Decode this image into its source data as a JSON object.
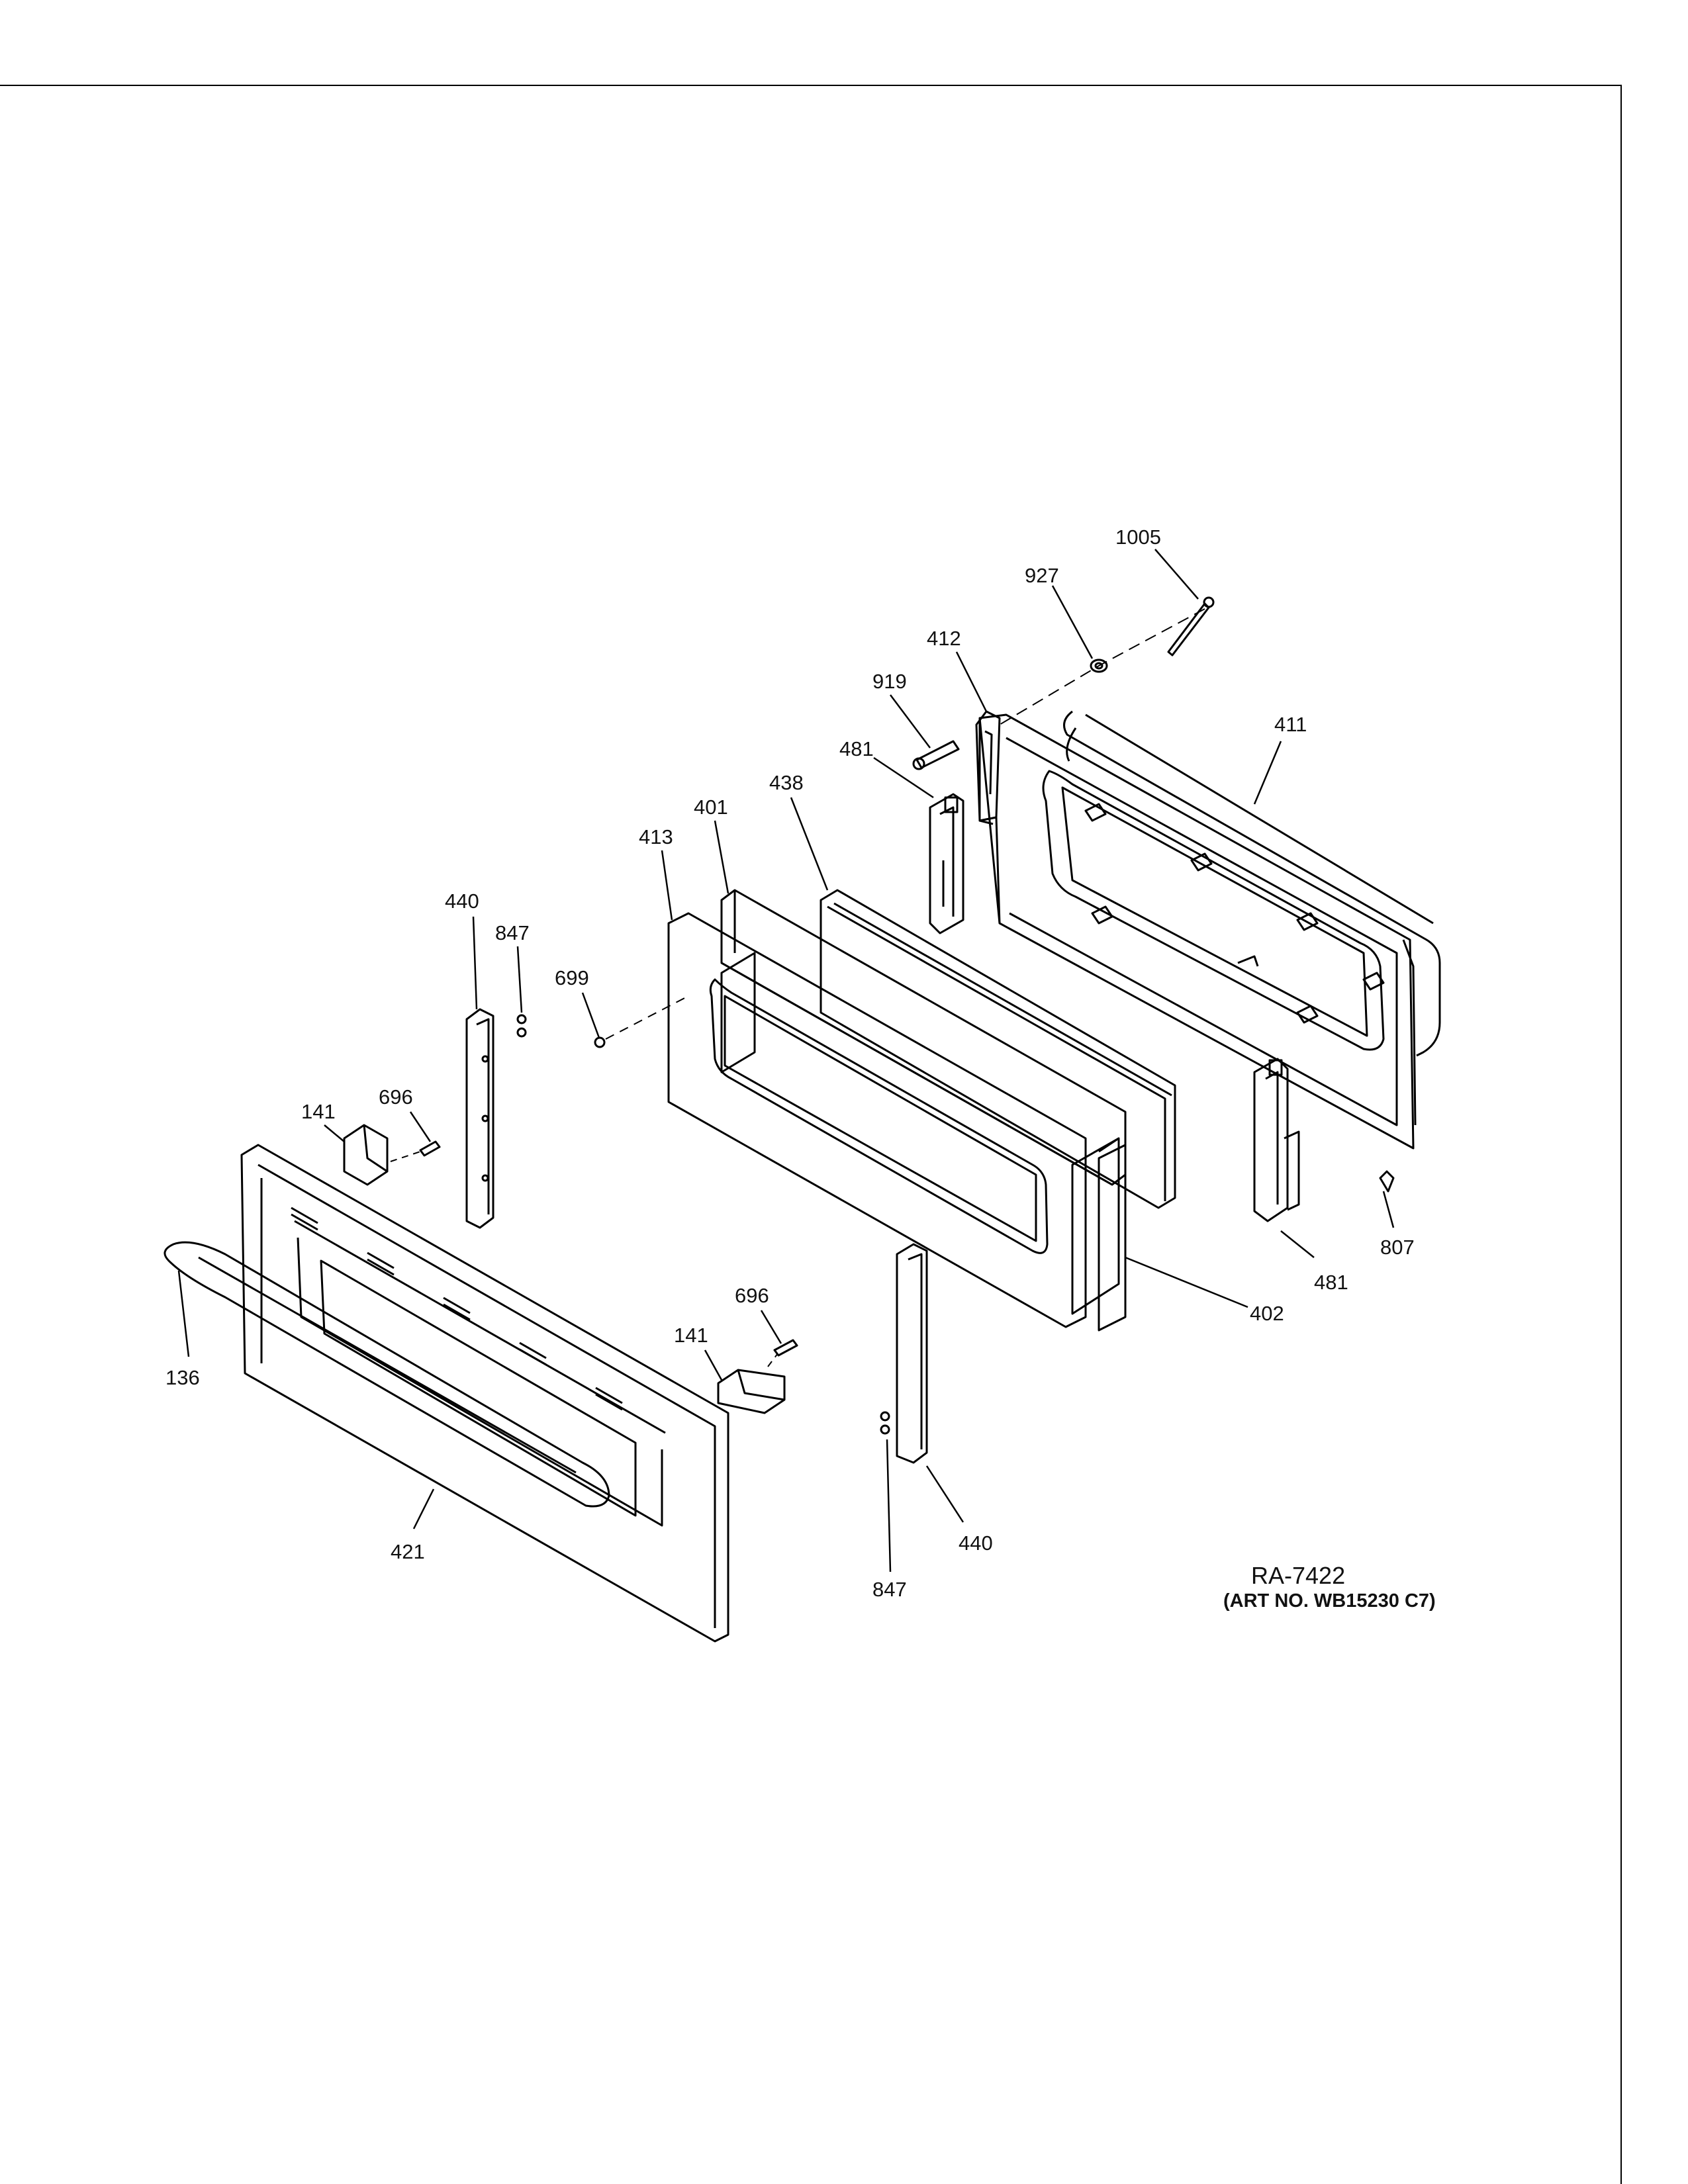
{
  "callouts": {
    "c1005": "1005",
    "c927": "927",
    "c412": "412",
    "c919": "919",
    "c411": "411",
    "c481a": "481",
    "c438": "438",
    "c401": "401",
    "c413": "413",
    "c440a": "440",
    "c847a": "847",
    "c699": "699",
    "c696a": "696",
    "c141a": "141",
    "c696b": "696",
    "c141b": "141",
    "c136": "136",
    "c421": "421",
    "c402": "402",
    "c481b": "481",
    "c807": "807",
    "c440b": "440",
    "c847b": "847"
  },
  "diagram_code": "RA-7422",
  "art_number": "(ART NO. WB15230 C7)"
}
